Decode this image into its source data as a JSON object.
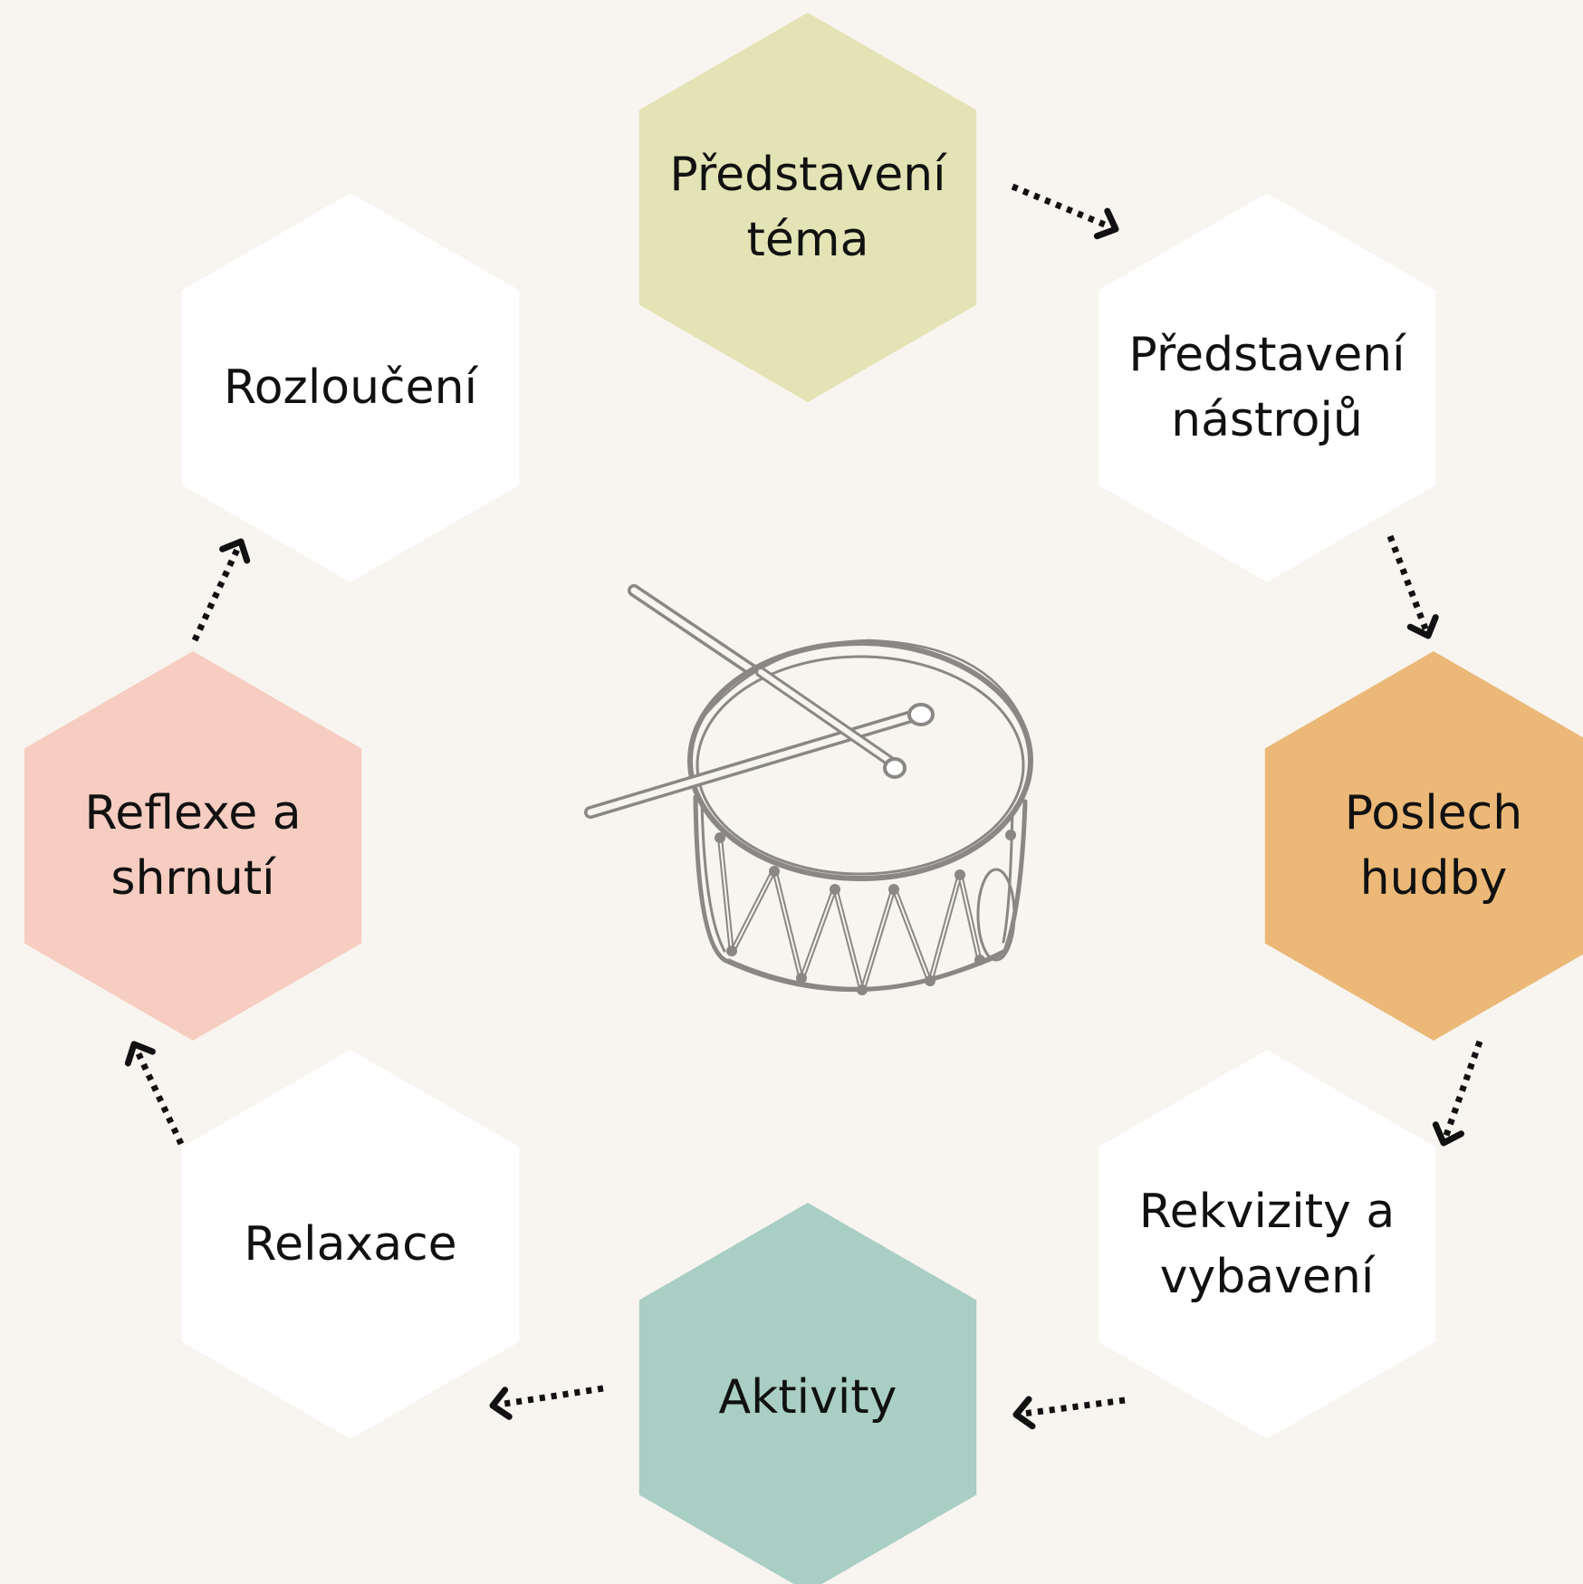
{
  "colors": {
    "background": "#f8f4ef",
    "hex_white": "#ffffff",
    "hex_green": "#e3e4b5",
    "hex_orange": "#ebb877",
    "hex_teal": "#a9cec4",
    "hex_pink": "#f6cdc0",
    "arrow": "#111111",
    "drum_stroke": "#8a8784"
  },
  "center_icon": "drum-with-sticks-icon",
  "steps": [
    {
      "id": "predstaveni-tema",
      "lines": [
        "Představení",
        "téma"
      ],
      "fill": "#e3e4b5"
    },
    {
      "id": "predstaveni-nastroju",
      "lines": [
        "Představení",
        "nástrojů"
      ],
      "fill": "#ffffff"
    },
    {
      "id": "poslech-hudby",
      "lines": [
        "Poslech",
        "hudby"
      ],
      "fill": "#ebb877"
    },
    {
      "id": "rekvizity-a-vybaveni",
      "lines": [
        "Rekvizity a",
        "vybavení"
      ],
      "fill": "#ffffff"
    },
    {
      "id": "aktivity",
      "lines": [
        "Aktivity"
      ],
      "fill": "#a9cec4"
    },
    {
      "id": "relaxace",
      "lines": [
        "Relaxace"
      ],
      "fill": "#ffffff"
    },
    {
      "id": "reflexe-a-shrnuti",
      "lines": [
        "Reflexe a",
        "shrnutí"
      ],
      "fill": "#f6cdc0"
    },
    {
      "id": "rozlouceni",
      "lines": [
        "Rozloučení"
      ],
      "fill": "#ffffff"
    }
  ]
}
